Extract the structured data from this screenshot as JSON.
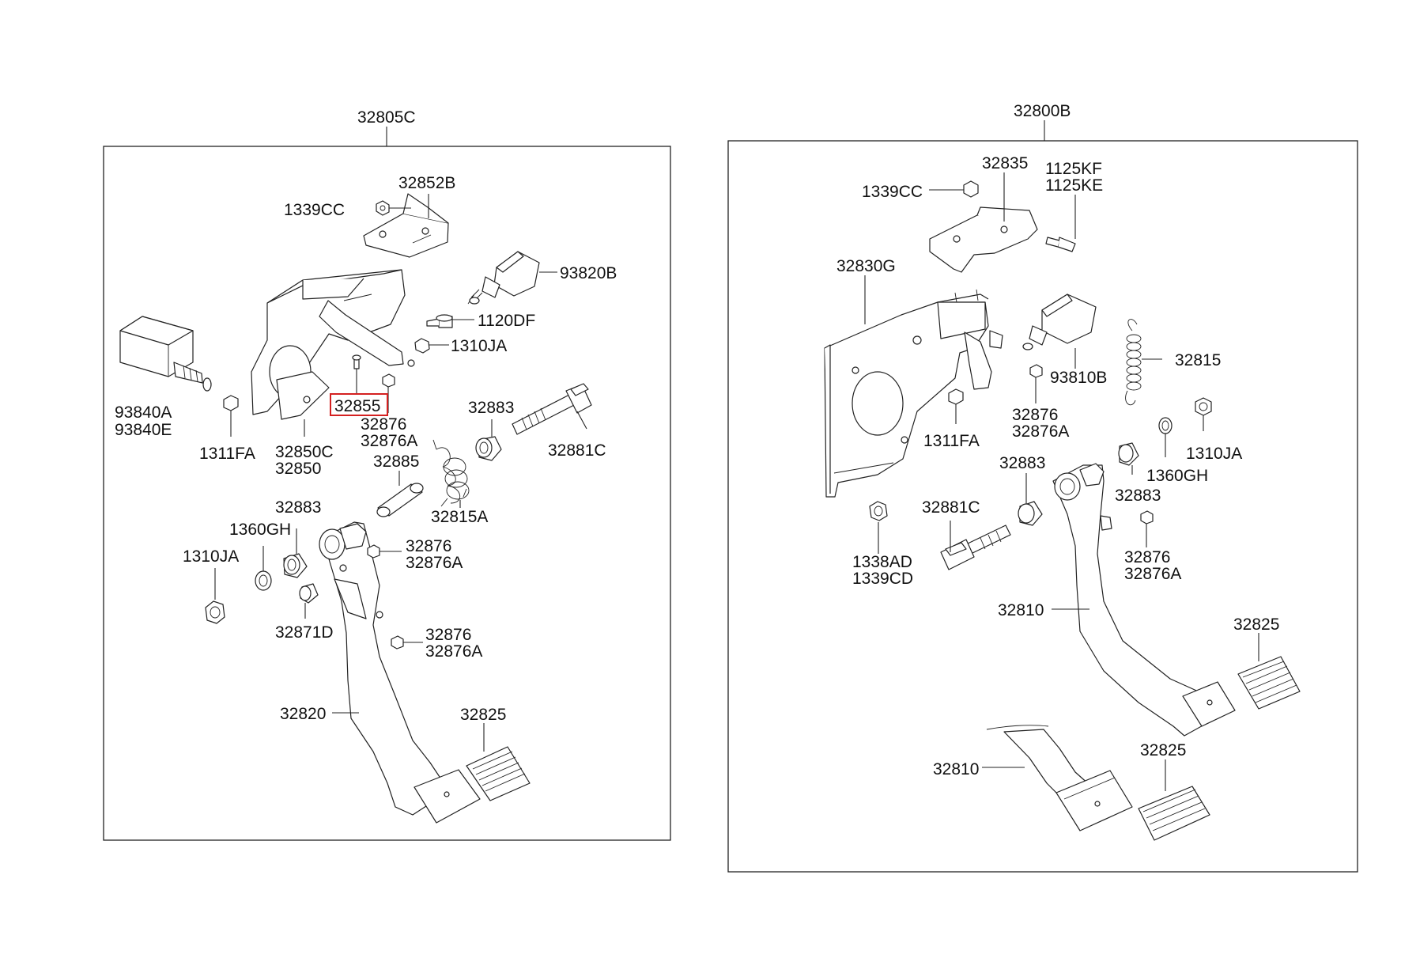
{
  "diagram": {
    "highlight_color": "#d42020",
    "left_assembly": {
      "header": "32805C",
      "labels": {
        "bracket_top": "32852B",
        "nut_top": "1339CC",
        "switch_upper": "93820B",
        "bolt_1120": "1120DF",
        "nut_1310_upper": "1310JA",
        "switch_block_a": "93840A",
        "switch_block_e": "93840E",
        "nut_1311": "1311FA",
        "bracket_assy_c": "32850C",
        "bracket_assy": "32850",
        "stud_selected": "32855",
        "bush_a_1": "32876",
        "bush_a_2": "32876A",
        "bushing_top": "32883",
        "bolt_long": "32881C",
        "sleeve": "32885",
        "spring": "32815A",
        "bushing_mid": "32883",
        "washer": "1360GH",
        "nut_lower": "1310JA",
        "bush_b_1": "32876",
        "bush_b_2": "32876A",
        "collar": "32871D",
        "bush_c_1": "32876",
        "bush_c_2": "32876A",
        "pedal_arm": "32820",
        "pad": "32825"
      }
    },
    "right_assembly": {
      "header": "32800B",
      "labels": {
        "bracket_small": "32835",
        "nut_top": "1339CC",
        "bolt_kf": "1125KF",
        "bolt_ke": "1125KE",
        "bracket_main": "32830G",
        "spring": "32815",
        "switch": "93810B",
        "bush_1": "32876",
        "bush_2": "32876A",
        "nut_1311": "1311FA",
        "nut_1310": "1310JA",
        "washer": "1360GH",
        "bushing_a": "32883",
        "bushing_b": "32883",
        "bolt_long": "32881C",
        "nut_ad": "1338AD",
        "nut_cd": "1339CD",
        "bush_b1": "32876",
        "bush_b2": "32876A",
        "pedal_arm_upper": "32810",
        "pad_upper": "32825",
        "pedal_arm_lower": "32810",
        "pad_lower": "32825"
      }
    }
  }
}
